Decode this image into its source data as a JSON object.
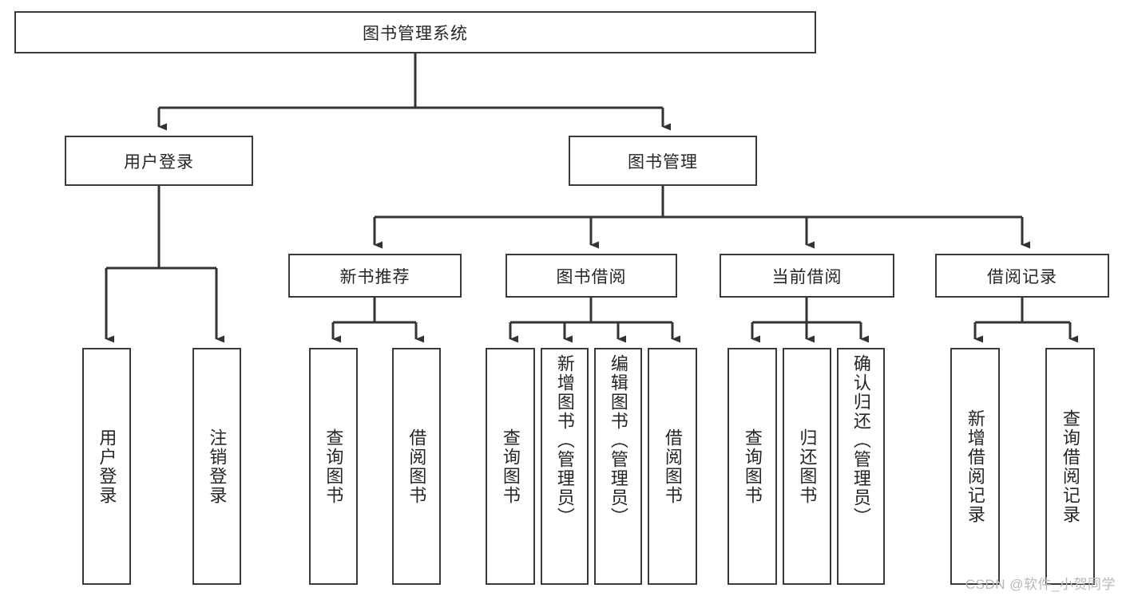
{
  "diagram": {
    "title": "图书管理系统",
    "type": "tree",
    "watermark": "CSDN @软件_小贺同学",
    "colors": {
      "box_border": "#3a3a3a",
      "box_fill": "#ffffff",
      "connector": "#333333",
      "text": "#262626",
      "watermark": "#b9b9b9"
    },
    "nodes": {
      "root": {
        "label": "图书管理系统",
        "level": 0
      },
      "user_login": {
        "label": "用户登录",
        "level": 1
      },
      "book_manage": {
        "label": "图书管理",
        "level": 1
      },
      "new_book_rec": {
        "label": "新书推荐",
        "level": 2
      },
      "book_borrow": {
        "label": "图书借阅",
        "level": 2
      },
      "current_borrow": {
        "label": "当前借阅",
        "level": 2
      },
      "borrow_record": {
        "label": "借阅记录",
        "level": 2
      },
      "leaf_user_login": {
        "label": "用户登录",
        "level": 3
      },
      "leaf_logout": {
        "label": "注销登录",
        "level": 3
      },
      "leaf_query_book_1": {
        "label": "查询图书",
        "level": 3
      },
      "leaf_borrow_book_1": {
        "label": "借阅图书",
        "level": 3
      },
      "leaf_query_book_2": {
        "label": "查询图书",
        "level": 3
      },
      "leaf_add_book": {
        "label": "新增图书（管理员）",
        "level": 3
      },
      "leaf_edit_book": {
        "label": "编辑图书（管理员）",
        "level": 3
      },
      "leaf_borrow_book_2": {
        "label": "借阅图书",
        "level": 3
      },
      "leaf_query_book_3": {
        "label": "查询图书",
        "level": 3
      },
      "leaf_return_book": {
        "label": "归还图书",
        "level": 3
      },
      "leaf_confirm_return": {
        "label": "确认归还（管理员）",
        "level": 3
      },
      "leaf_add_record": {
        "label": "新增借阅记录",
        "level": 3
      },
      "leaf_query_record": {
        "label": "查询借阅记录",
        "level": 3
      }
    },
    "edges": [
      {
        "from": "root",
        "to": "user_login"
      },
      {
        "from": "root",
        "to": "book_manage"
      },
      {
        "from": "user_login",
        "to": "leaf_user_login"
      },
      {
        "from": "user_login",
        "to": "leaf_logout"
      },
      {
        "from": "book_manage",
        "to": "new_book_rec"
      },
      {
        "from": "book_manage",
        "to": "book_borrow"
      },
      {
        "from": "book_manage",
        "to": "current_borrow"
      },
      {
        "from": "book_manage",
        "to": "borrow_record"
      },
      {
        "from": "new_book_rec",
        "to": "leaf_query_book_1"
      },
      {
        "from": "new_book_rec",
        "to": "leaf_borrow_book_1"
      },
      {
        "from": "book_borrow",
        "to": "leaf_query_book_2"
      },
      {
        "from": "book_borrow",
        "to": "leaf_add_book"
      },
      {
        "from": "book_borrow",
        "to": "leaf_edit_book"
      },
      {
        "from": "book_borrow",
        "to": "leaf_borrow_book_2"
      },
      {
        "from": "current_borrow",
        "to": "leaf_query_book_3"
      },
      {
        "from": "current_borrow",
        "to": "leaf_return_book"
      },
      {
        "from": "current_borrow",
        "to": "leaf_confirm_return"
      },
      {
        "from": "borrow_record",
        "to": "leaf_add_record"
      },
      {
        "from": "borrow_record",
        "to": "leaf_query_record"
      }
    ]
  }
}
